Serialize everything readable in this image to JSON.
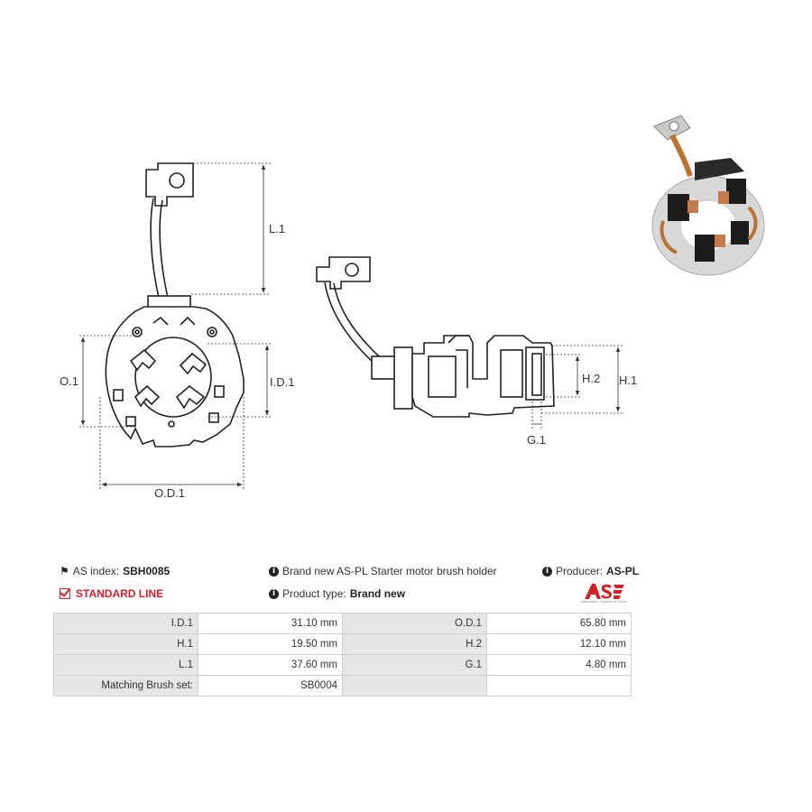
{
  "drawing": {
    "labels": {
      "l1": "L.1",
      "o1": "O.1",
      "id1": "I.D.1",
      "od1": "O.D.1",
      "h1": "H.1",
      "h2": "H.2",
      "g1": "G.1"
    }
  },
  "info": {
    "as_index_label": "AS index:",
    "as_index_value": "SBH0085",
    "standard_line": "STANDARD LINE",
    "description": "Brand new AS-PL Starter motor brush holder",
    "product_type_label": "Product type:",
    "product_type_value": "Brand new",
    "producer_label": "Producer:",
    "producer_value": "AS-PL",
    "logo_text": "AS",
    "logo_tagline": "Alternators, Starters & Parts"
  },
  "specs": {
    "rows": [
      {
        "l1": "I.D.1",
        "v1": "31.10 mm",
        "l2": "O.D.1",
        "v2": "65.80 mm"
      },
      {
        "l1": "H.1",
        "v1": "19.50 mm",
        "l2": "H.2",
        "v2": "12.10 mm"
      },
      {
        "l1": "L.1",
        "v1": "37.60 mm",
        "l2": "G.1",
        "v2": "4.80 mm"
      },
      {
        "l1": "Matching Brush set:",
        "v1": "SB0004",
        "l2": "",
        "v2": ""
      }
    ]
  },
  "colors": {
    "accent_red": "#d0232a",
    "table_label_bg": "#e6e6e6"
  }
}
